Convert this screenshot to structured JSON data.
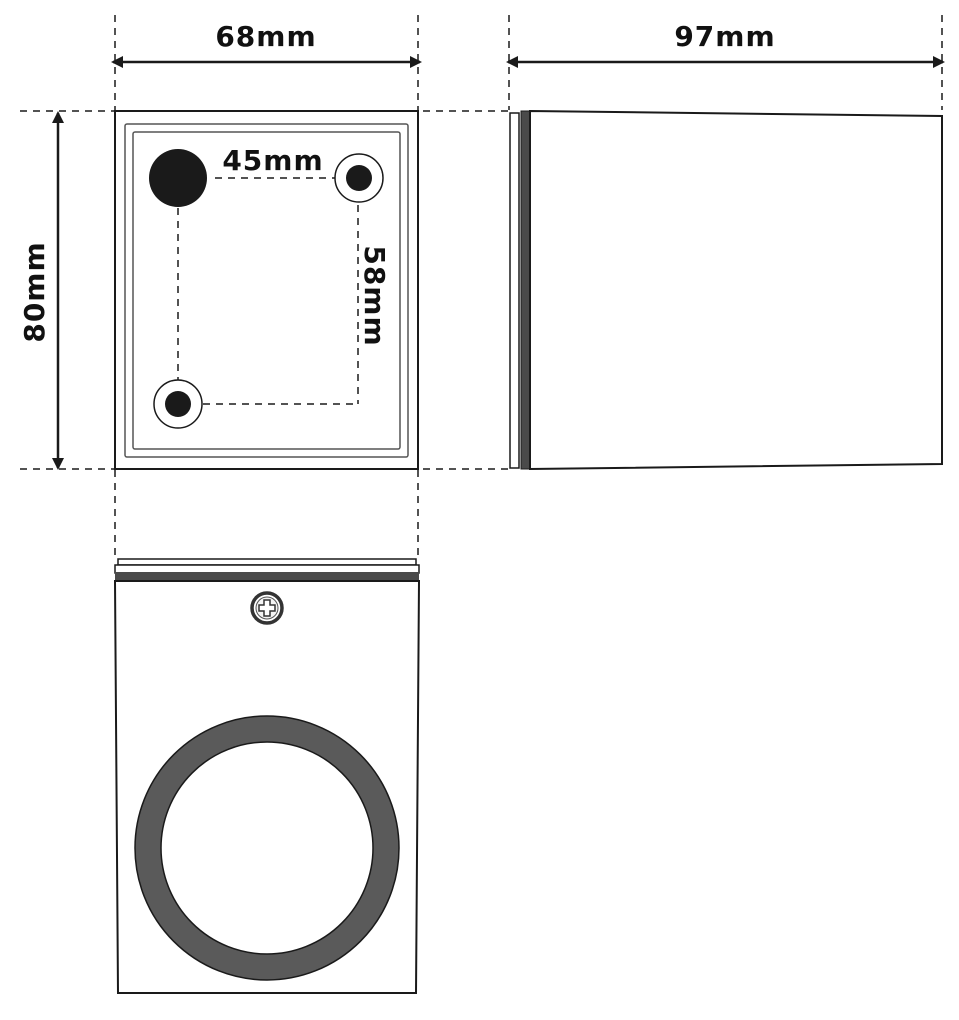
{
  "diagram": {
    "title": "Wall light dimension drawing",
    "colors": {
      "line": "#1a1a1a",
      "accent_dark": "#4a4a4a",
      "ring": "#5a5a5a",
      "background": "#ffffff"
    },
    "views": {
      "front": {
        "width_label": "68mm",
        "height_label": "80mm",
        "hole_spacing_horizontal": "45mm",
        "hole_spacing_vertical": "58mm"
      },
      "side": {
        "depth_label": "97mm"
      },
      "bottom": {
        "screw_icon": "phillips-screw",
        "aperture": "round-lens-ring"
      }
    }
  }
}
